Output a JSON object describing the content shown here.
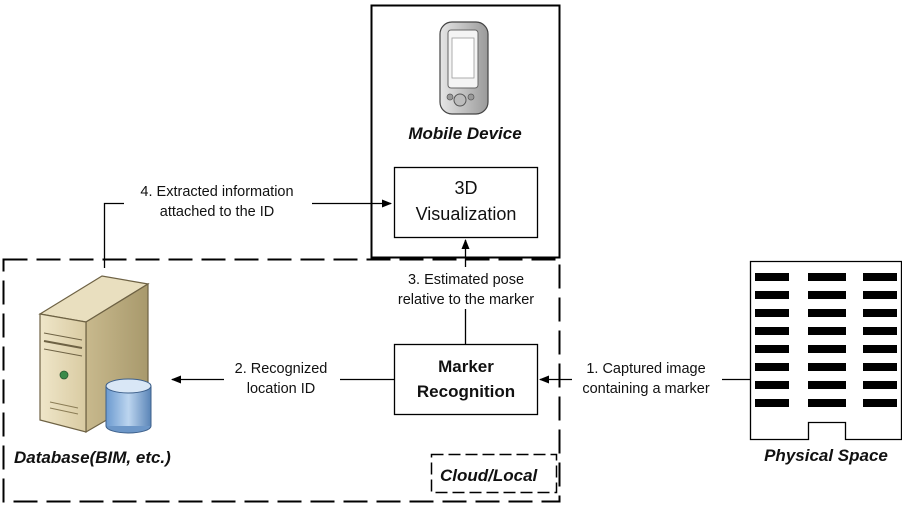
{
  "nodes": {
    "mobile_device": "Mobile Device",
    "visualization": [
      "3D",
      "Visualization"
    ],
    "marker_recognition": [
      "Marker",
      "Recognition"
    ],
    "database": "Database(BIM, etc.)",
    "cloud_local": "Cloud/Local",
    "physical_space": "Physical Space"
  },
  "edges": {
    "step1": [
      "1. Captured image",
      "containing a marker"
    ],
    "step2": [
      "2. Recognized",
      "location ID"
    ],
    "step3": [
      "3. Estimated pose",
      "relative to the marker"
    ],
    "step4": [
      "4. Extracted information",
      "attached to the ID"
    ]
  },
  "icons": {
    "phone": "mobile-phone-icon",
    "server": "server-icon",
    "database": "database-cylinder-icon",
    "building": "building-icon"
  }
}
